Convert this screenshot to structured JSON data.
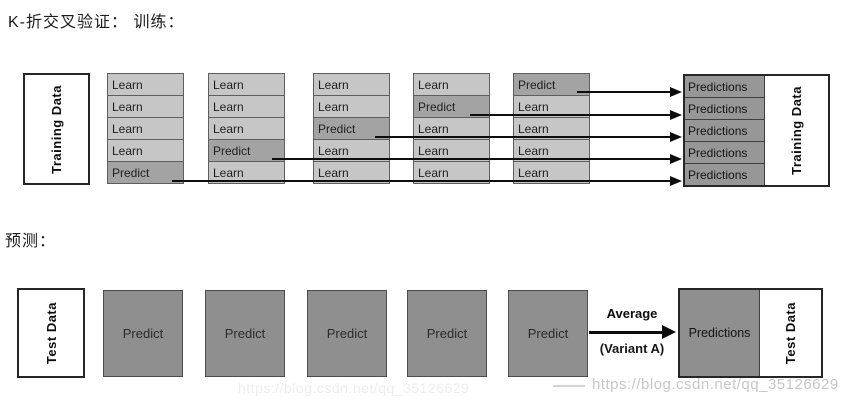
{
  "titles": {
    "training": "K-折交叉验证： 训练：",
    "prediction": "预测："
  },
  "colors": {
    "learn_cell": "#c6c6c6",
    "predict_cell": "#a3a3a3",
    "predictions_cell": "#979797",
    "predict_box": "#8f8f8f",
    "arrow": "#0d0d0d",
    "watermark": "#c7c7c7",
    "background": "#ffffff"
  },
  "training_section": {
    "left_box_label": "Training Data",
    "folds": [
      {
        "cells": [
          "Learn",
          "Learn",
          "Learn",
          "Learn",
          "Predict"
        ]
      },
      {
        "cells": [
          "Learn",
          "Learn",
          "Learn",
          "Predict",
          "Learn"
        ]
      },
      {
        "cells": [
          "Learn",
          "Learn",
          "Predict",
          "Learn",
          "Learn"
        ]
      },
      {
        "cells": [
          "Learn",
          "Predict",
          "Learn",
          "Learn",
          "Learn"
        ]
      },
      {
        "cells": [
          "Predict",
          "Learn",
          "Learn",
          "Learn",
          "Learn"
        ]
      }
    ],
    "predictions_cells": [
      "Predictions",
      "Predictions",
      "Predictions",
      "Predictions",
      "Predictions"
    ],
    "right_box_label": "Training Data"
  },
  "prediction_section": {
    "left_box_label": "Test Data",
    "predict_boxes": [
      "Predict",
      "Predict",
      "Predict",
      "Predict",
      "Predict"
    ],
    "average_label": "Average",
    "variant_label": "(Variant A)",
    "predictions_label": "Predictions",
    "right_box_label": "Test Data"
  },
  "watermark": {
    "text": "https://blog.csdn.net/qq_35126629"
  }
}
